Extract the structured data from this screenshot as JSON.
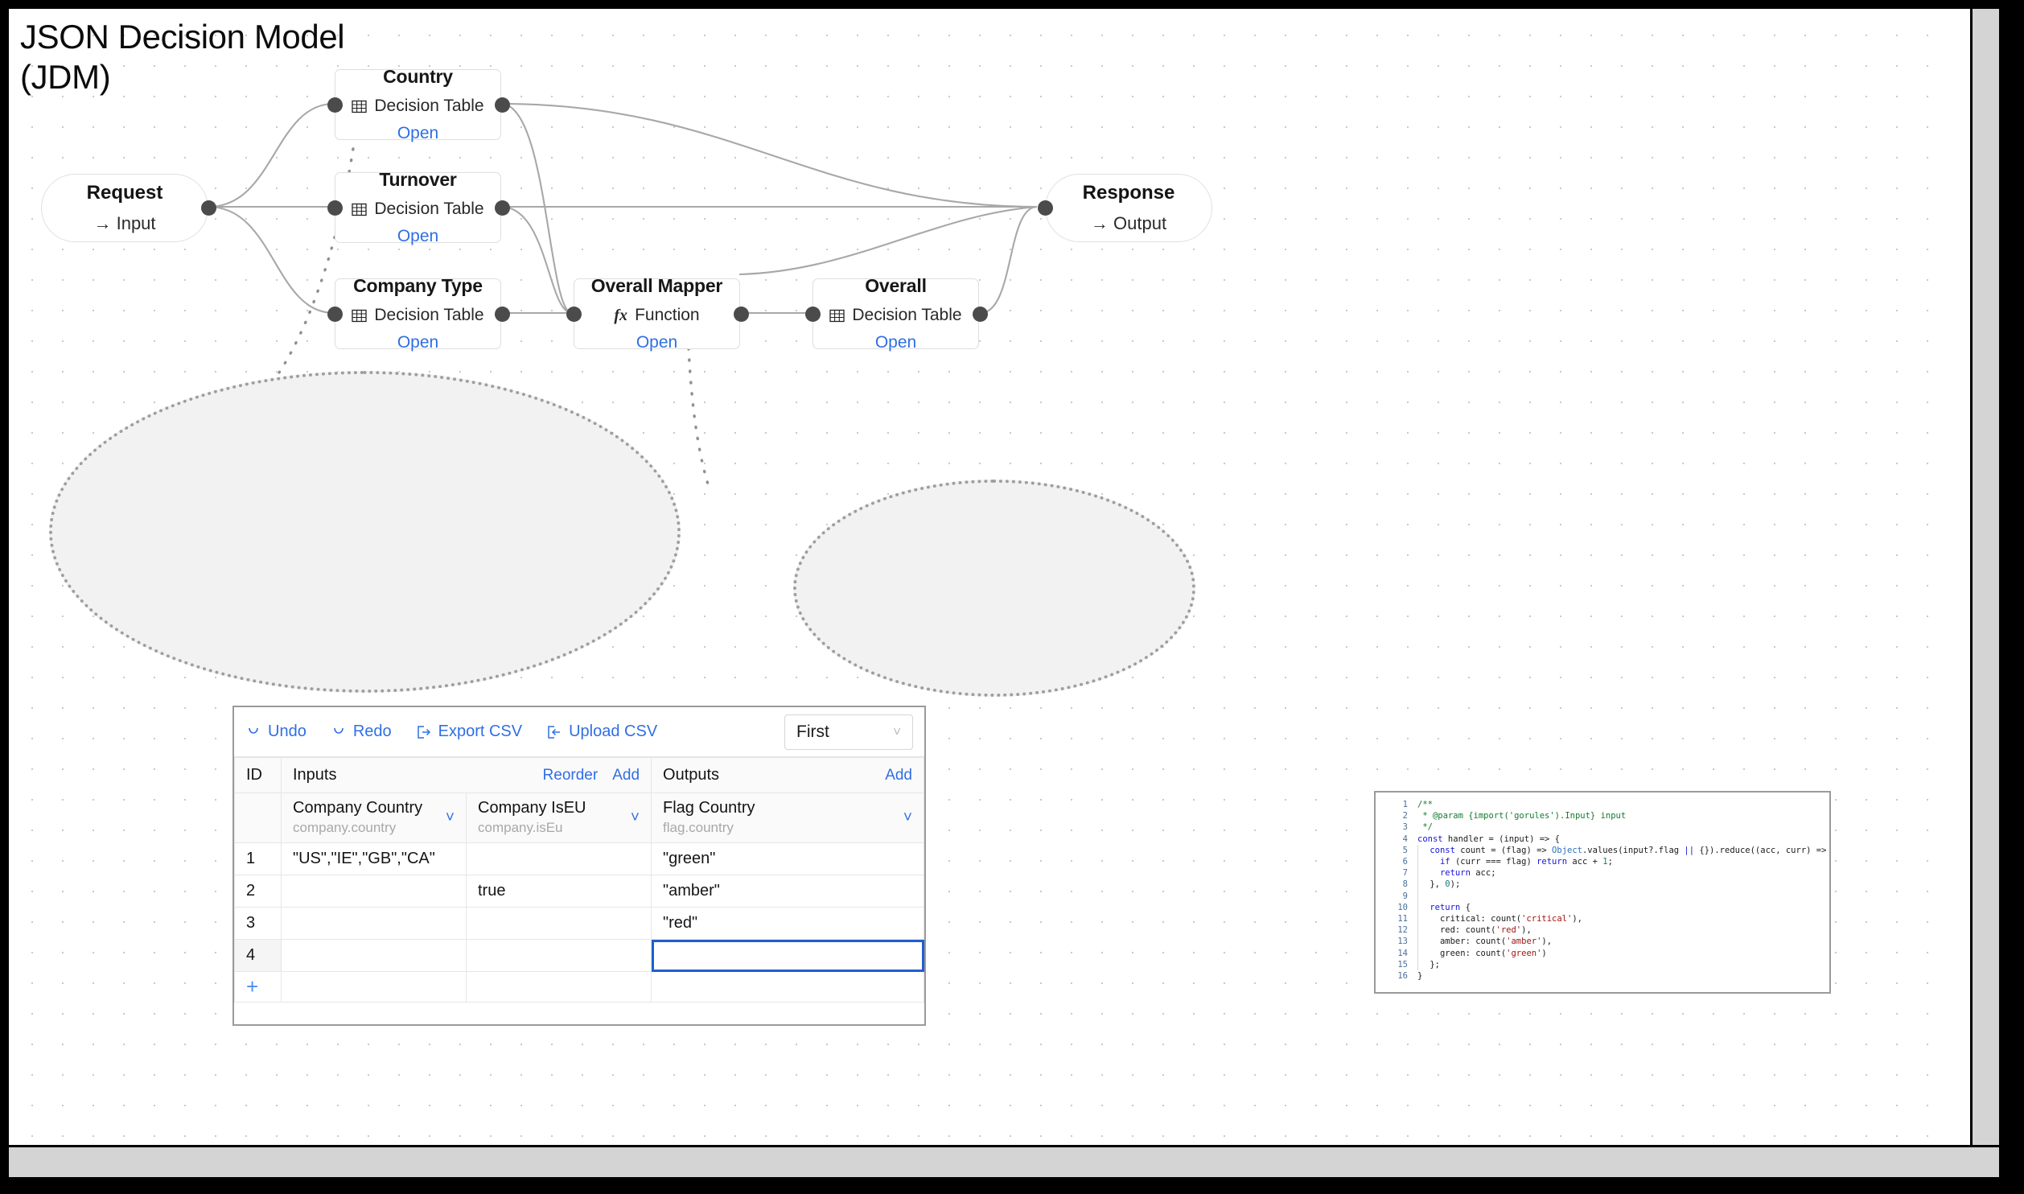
{
  "page": {
    "title": "JSON Decision Model\n(JDM)",
    "accent_blue": "#2f6fe4",
    "node_border": "#dedede",
    "handle_color": "#4b4b4b",
    "callout_fill": "#f2f2f2"
  },
  "graph": {
    "io_nodes": [
      {
        "id": "request",
        "name": "Request",
        "kind": "Input",
        "arrow": "→"
      },
      {
        "id": "response",
        "name": "Response",
        "kind": "Output",
        "arrow": "→"
      }
    ],
    "nodes": [
      {
        "id": "country",
        "name": "Country",
        "type": "Decision Table",
        "icon": "table-icon",
        "open": "Open"
      },
      {
        "id": "turnover",
        "name": "Turnover",
        "type": "Decision Table",
        "icon": "table-icon",
        "open": "Open"
      },
      {
        "id": "company_type",
        "name": "Company Type",
        "type": "Decision Table",
        "icon": "table-icon",
        "open": "Open"
      },
      {
        "id": "mapper",
        "name": "Overall Mapper",
        "type": "Function",
        "icon": "function-icon",
        "open": "Open"
      },
      {
        "id": "overall",
        "name": "Overall",
        "type": "Decision Table",
        "icon": "table-icon",
        "open": "Open"
      }
    ]
  },
  "decision_table": {
    "toolbar": {
      "undo": "Undo",
      "redo": "Redo",
      "export_csv": "Export CSV",
      "upload_csv": "Upload CSV",
      "hit_policy_value": "First"
    },
    "group_headers": {
      "id": "ID",
      "inputs": "Inputs",
      "reorder": "Reorder",
      "inputs_add": "Add",
      "outputs": "Outputs",
      "outputs_add": "Add"
    },
    "fields": [
      {
        "name": "Company Country",
        "path": "company.country"
      },
      {
        "name": "Company IsEU",
        "path": "company.isEu"
      },
      {
        "name": "Flag Country",
        "path": "flag.country"
      }
    ],
    "rows": [
      {
        "id": "1",
        "company_country": "\"US\",\"IE\",\"GB\",\"CA\"",
        "company_iseu": "",
        "flag_country": "\"green\"",
        "selected": false
      },
      {
        "id": "2",
        "company_country": "",
        "company_iseu": "true",
        "flag_country": "\"amber\"",
        "selected": false
      },
      {
        "id": "3",
        "company_country": "",
        "company_iseu": "",
        "flag_country": "\"red\"",
        "selected": false
      },
      {
        "id": "4",
        "company_country": "",
        "company_iseu": "",
        "flag_country": "",
        "selected": true
      }
    ],
    "add_row_label": "+"
  },
  "code_panel": {
    "language": "javascript",
    "lines": [
      {
        "n": "1",
        "text": "/**"
      },
      {
        "n": "2",
        "text": " * @param {import('gorules').Input} input"
      },
      {
        "n": "3",
        "text": " */"
      },
      {
        "n": "4",
        "text": "const handler = (input) => {"
      },
      {
        "n": "5",
        "text": "  const count = (flag) => Object.values(input?.flag || {}).reduce((acc, curr) => {"
      },
      {
        "n": "6",
        "text": "    if (curr === flag) return acc + 1;"
      },
      {
        "n": "7",
        "text": "    return acc;"
      },
      {
        "n": "8",
        "text": "  }, 0);"
      },
      {
        "n": "9",
        "text": ""
      },
      {
        "n": "10",
        "text": "  return {"
      },
      {
        "n": "11",
        "text": "    critical: count('critical'),"
      },
      {
        "n": "12",
        "text": "    red: count('red'),"
      },
      {
        "n": "13",
        "text": "    amber: count('amber'),"
      },
      {
        "n": "14",
        "text": "    green: count('green')"
      },
      {
        "n": "15",
        "text": "  };"
      },
      {
        "n": "16",
        "text": "}"
      }
    ]
  }
}
